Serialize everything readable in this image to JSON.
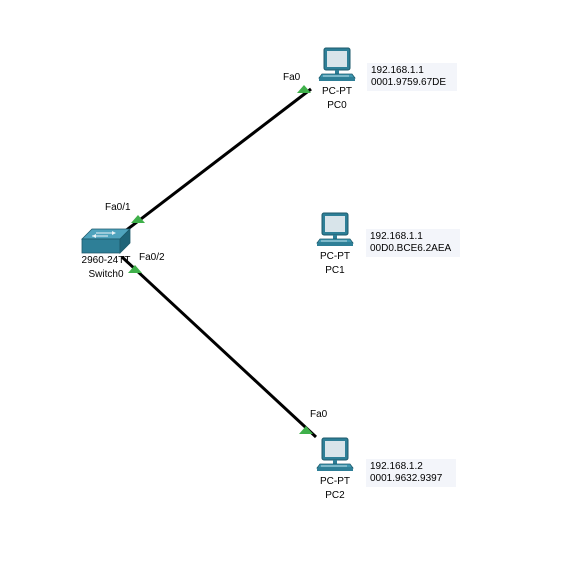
{
  "colors": {
    "link": "#000000",
    "port": "#3fb04a",
    "device": "#2e7f97",
    "info_bg": "#f3f5fa"
  },
  "switch": {
    "icon": "switch-icon",
    "model": "2960-24TT",
    "name": "Switch0"
  },
  "pcs": [
    {
      "id": "pc0",
      "icon": "pc-icon",
      "model": "PC-PT",
      "name": "PC0",
      "ip": "192.168.1.1",
      "mac": "0001.9759.67DE",
      "port": "Fa0"
    },
    {
      "id": "pc1",
      "icon": "pc-icon",
      "model": "PC-PT",
      "name": "PC1",
      "ip": "192.168.1.1",
      "mac": "00D0.BCE6.2AEA"
    },
    {
      "id": "pc2",
      "icon": "pc-icon",
      "model": "PC-PT",
      "name": "PC2",
      "ip": "192.168.1.2",
      "mac": "0001.9632.9397",
      "port": "Fa0"
    }
  ],
  "links": [
    {
      "from_port": "Fa0/1",
      "to": "pc0",
      "to_port": "Fa0"
    },
    {
      "from_port": "Fa0/2",
      "to": "pc2",
      "to_port": "Fa0"
    }
  ]
}
